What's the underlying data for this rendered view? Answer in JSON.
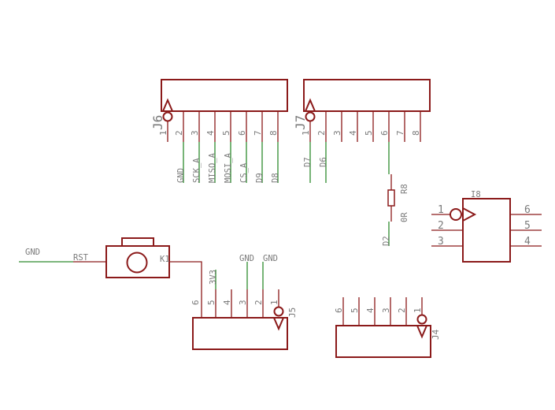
{
  "j6": {
    "name": "J6",
    "pins": [
      "1",
      "2",
      "3",
      "4",
      "5",
      "6",
      "7",
      "8"
    ],
    "nets": [
      "GND",
      "SCK_A",
      "MISO_A",
      "MOSI_A",
      "CS_A",
      "D9",
      "D8"
    ]
  },
  "j7": {
    "name": "J7",
    "pins": [
      "1",
      "2",
      "3",
      "4",
      "5",
      "6",
      "7",
      "8"
    ],
    "nets": [
      "D7",
      "D6"
    ]
  },
  "r8": {
    "name": "R8",
    "value": "0R",
    "net": "D2"
  },
  "i8": {
    "name": "I8",
    "pins_left": [
      "1",
      "2",
      "3"
    ],
    "pins_right": [
      "6",
      "5",
      "4"
    ]
  },
  "k1": {
    "name": "K1",
    "net_left": "RST",
    "gnd_label": "GND"
  },
  "j5": {
    "name": "J5",
    "pins": [
      "6",
      "5",
      "4",
      "3",
      "2",
      "1"
    ],
    "nets": [
      "3V3",
      "GND",
      "GND"
    ]
  },
  "j4": {
    "name": "J4",
    "pins": [
      "6",
      "5",
      "4",
      "3",
      "2",
      "1"
    ]
  }
}
